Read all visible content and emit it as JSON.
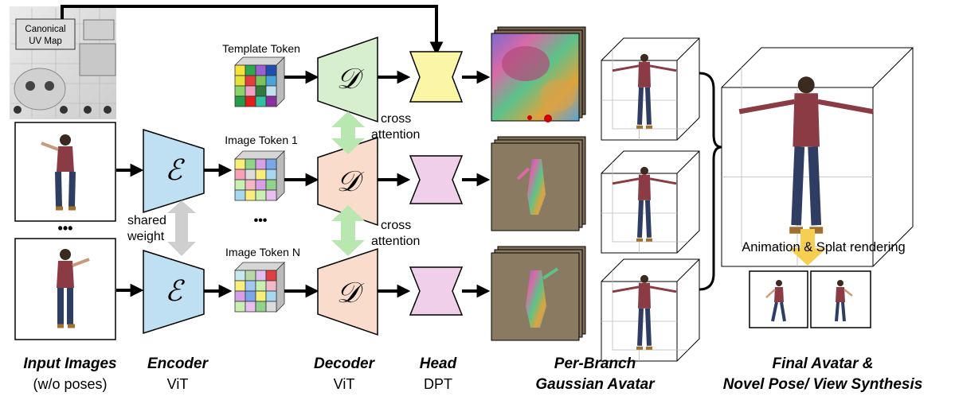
{
  "uv_map": {
    "label_line1": "Canonical",
    "label_line2": "UV Map"
  },
  "tokens": {
    "template": "Template Token",
    "image1": "Image Token 1",
    "imageN": "Image Token N",
    "ellipsis": "•••"
  },
  "blocks": {
    "encoder_symbol": "ℰ",
    "decoder_symbol": "𝒟"
  },
  "annotations": {
    "shared_weight_line1": "shared",
    "shared_weight_line2": "weight",
    "cross_attention_1_line1": "cross",
    "cross_attention_1_line2": "attention",
    "cross_attention_2_line1": "cross",
    "cross_attention_2_line2": "attention",
    "input_ellipsis": "•••",
    "render_caption": "Animation & Splat rendering"
  },
  "columns": {
    "input_title": "Input Images",
    "input_sub": "(w/o poses)",
    "encoder_title": "Encoder",
    "encoder_sub": "ViT",
    "decoder_title": "Decoder",
    "decoder_sub": "ViT",
    "head_title": "Head",
    "head_sub": "DPT",
    "branch_title_line1": "Per-Branch",
    "branch_title_line2": "Gaussian Avatar",
    "final_title_line1": "Final Avatar &",
    "final_title_line2": "Novel Pose/ View Synthesis"
  },
  "colors": {
    "encoder_fill": "#bfe0f2",
    "decoder_template_fill": "#d7efcf",
    "decoder_image_fill": "#f9dccb",
    "head_template_fill": "#fbf6a6",
    "head_image_fill": "#efcfe9",
    "gaussian_bg": "#8b7a62",
    "green_arrow": "#b9e7b0",
    "gray_arrow": "#cfcfcf",
    "yellow_arrow": "#f6cf52"
  }
}
